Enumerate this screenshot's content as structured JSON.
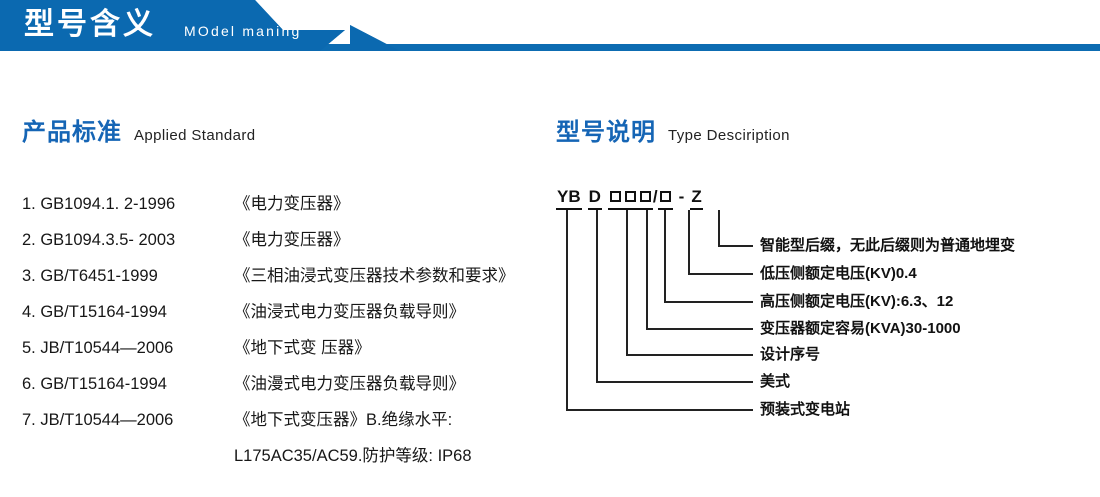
{
  "header": {
    "title_cn": "型号含义",
    "title_en": "MOdel maning",
    "accent_color": "#0b69b0",
    "rule_color": "#0d6cb2"
  },
  "sections": {
    "standard": {
      "title_cn": "产品标准",
      "title_en": "Applied Standard",
      "title_color": "#1565b5"
    },
    "type": {
      "title_cn": "型号说明",
      "title_en": "Type Desciription",
      "title_color": "#1565b5"
    }
  },
  "standards_list": [
    {
      "code": "1. GB1094.1. 2-1996",
      "title": "《电力变压器》"
    },
    {
      "code": "2. GB1094.3.5- 2003",
      "title": "《电力变压器》"
    },
    {
      "code": "3. GB/T6451-1999",
      "title": "《三相油浸式变压器技术参数和要求》"
    },
    {
      "code": "4. GB/T15164-1994",
      "title": "《油浸式电力变压器负载导则》"
    },
    {
      "code": "5. JB/T10544—2006",
      "title": "《地下式变 压器》"
    },
    {
      "code": "6. GB/T15164-1994",
      "title": "《油漫式电力变压器负载导则》"
    },
    {
      "code": "7. JB/T10544—2006",
      "title": "《地下式变压器》B.绝缘水平:"
    },
    {
      "code": "",
      "title": "L175AC35/AC59.防护等级: IP68"
    }
  ],
  "type_code": {
    "parts": [
      "YB",
      "D",
      "□□□",
      "/□",
      "- Z"
    ],
    "full": "YB D □□□/□ - Z"
  },
  "callouts": [
    {
      "label": "智能型后缀，无此后缀则为普通地埋变"
    },
    {
      "label": "低压侧额定电压(KV)0.4"
    },
    {
      "label": "高压侧额定电压(KV):6.3、12"
    },
    {
      "label": "变压器额定容易(KVA)30-1000"
    },
    {
      "label": "设计序号"
    },
    {
      "label": "美式"
    },
    {
      "label": "预装式变电站"
    }
  ]
}
